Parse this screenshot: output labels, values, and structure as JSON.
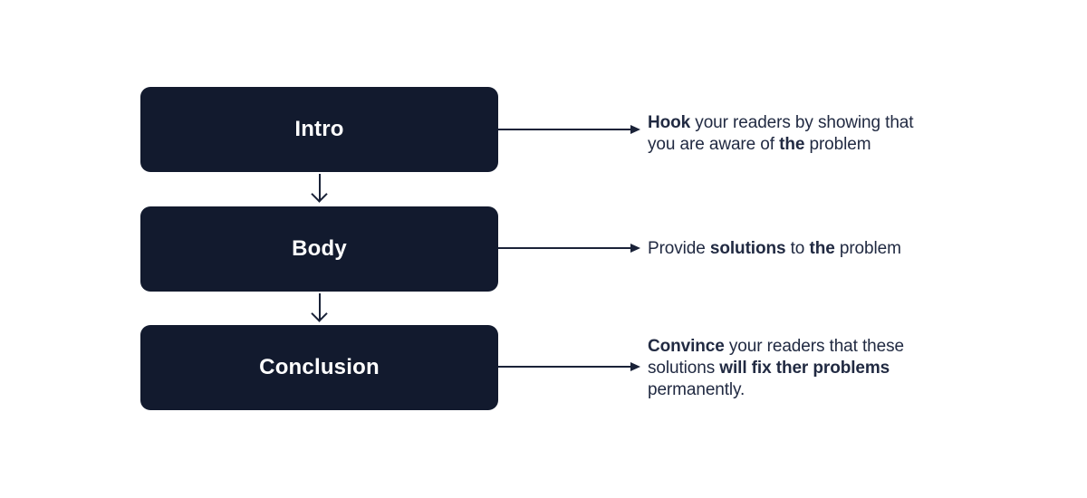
{
  "colors": {
    "background": "#ffffff",
    "box_fill": "#121a2e",
    "box_label": "#ffffff",
    "arrow": "#1a2238",
    "description": "#212a42"
  },
  "rows": [
    {
      "box_label": "Intro",
      "description_lines": [
        [
          {
            "t": "Hook",
            "b": true
          },
          {
            "t": " your readers by showing that",
            "b": false
          }
        ],
        [
          {
            "t": "you are aware of ",
            "b": false
          },
          {
            "t": "the",
            "b": true
          },
          {
            "t": " problem",
            "b": false
          }
        ]
      ]
    },
    {
      "box_label": "Body",
      "description_lines": [
        [
          {
            "t": "Provide ",
            "b": false
          },
          {
            "t": "solutions",
            "b": true
          },
          {
            "t": " to ",
            "b": false
          },
          {
            "t": "the",
            "b": true
          },
          {
            "t": " problem",
            "b": false
          }
        ]
      ]
    },
    {
      "box_label": "Conclusion",
      "description_lines": [
        [
          {
            "t": "Convince",
            "b": true
          },
          {
            "t": " your readers that these",
            "b": false
          }
        ],
        [
          {
            "t": "solutions ",
            "b": false
          },
          {
            "t": "will fix ther problems",
            "b": true
          }
        ],
        [
          {
            "t": "permanently.",
            "b": false
          }
        ]
      ]
    }
  ]
}
